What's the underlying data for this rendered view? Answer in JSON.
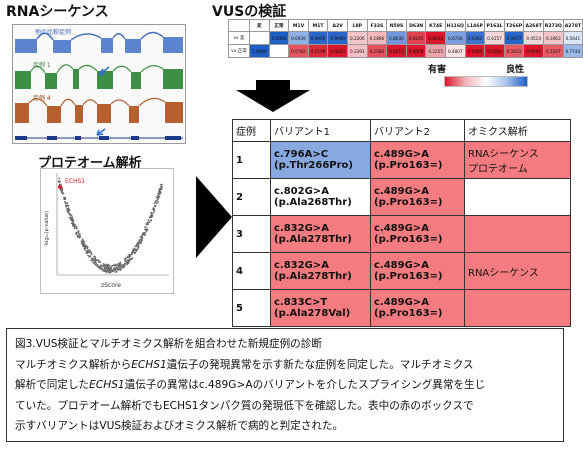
{
  "rna": {
    "title": "RNAシーケンス",
    "tracks": [
      "他の比較症例",
      "症例 1",
      "症例 4"
    ]
  },
  "proteome": {
    "title": "プロテオーム解析",
    "highlight_label": "ECHS1",
    "ylabel": "-log₁₀(p-value)",
    "xlabel": "zScore"
  },
  "vus": {
    "title": "VUSの検証",
    "columns": [
      "変",
      "正常",
      "M1V",
      "M1T",
      "A2V",
      "L8P",
      "F33S",
      "N59S",
      "D63N",
      "K74E",
      "H116Q",
      "L146P",
      "P163L",
      "T266P",
      "A268T",
      "R273Q",
      "A278T"
    ],
    "rows": [
      {
        "label": "vs 変",
        "values": [
          "",
          "1.0000",
          "0.6939",
          "0.9992",
          "0.9990",
          "0.2206",
          "0.1866",
          "0.8030",
          "0.0245",
          "0.0024",
          "0.6736",
          "0.9393",
          "0.4257",
          "0.9977",
          "0.4514",
          "0.3463",
          "0.5641"
        ]
      },
      {
        "label": "vs 正常",
        "values": [
          "1.0000",
          "",
          "0.0782",
          "0.0198",
          "0.0033",
          "0.3391",
          "0.1086",
          "0.0013",
          "0.0000",
          "0.2255",
          "0.4807",
          "0.0003",
          "0.0000",
          "0.1651",
          "0.0000",
          "0.1547",
          "0.7744"
        ]
      }
    ],
    "cell_colors": [
      [
        "#ffffff",
        "#1e5fc6",
        "#8fb1e6",
        "#2a66c9",
        "#2a66c9",
        "#f4c6c9",
        "#f3b8bc",
        "#6e97dc",
        "#e0424f",
        "#d9162a",
        "#7b9fe0",
        "#3a72cd",
        "#f7d7da",
        "#2a66c9",
        "#f7d7da",
        "#f3c4c8",
        "#dbe6f6"
      ],
      [
        "#1e5fc6",
        "#ffffff",
        "#e85560",
        "#dd2a38",
        "#d9162a",
        "#f3c0c4",
        "#e6505b",
        "#d9162a",
        "#d9162a",
        "#efa2a8",
        "#fbe4e6",
        "#d9162a",
        "#d9162a",
        "#e85a65",
        "#d9162a",
        "#e65a64",
        "#9ab8e8"
      ]
    ],
    "legend": {
      "harmful": "有害",
      "benign": "良性"
    }
  },
  "table": {
    "headers": [
      "症例",
      "バリアント1",
      "バリアント2",
      "オミクス解析"
    ],
    "rows": [
      {
        "case": "1",
        "v1": [
          "c.796A>C",
          "(p.Thr266Pro)"
        ],
        "v1_color": "blue",
        "v2": [
          "c.489G>A",
          "(p.Pro163=)"
        ],
        "v2_color": "red",
        "omics": [
          "RNAシーケンス",
          "プロテオーム"
        ],
        "omics_color": "red"
      },
      {
        "case": "2",
        "v1": [
          "c.802G>A",
          "(p.Ala268Thr)"
        ],
        "v1_color": "none",
        "v2": [
          "c.489G>A",
          "(p.Pro163=)"
        ],
        "v2_color": "red",
        "omics": [],
        "omics_color": "none"
      },
      {
        "case": "3",
        "v1": [
          "c.832G>A",
          "(p.Ala278Thr)"
        ],
        "v1_color": "red",
        "v2": [
          "c.489G>A",
          "(p.Pro163=)"
        ],
        "v2_color": "red",
        "omics": [],
        "omics_color": "red"
      },
      {
        "case": "4",
        "v1": [
          "c.832G>A",
          "(p.Ala278Thr)"
        ],
        "v1_color": "red",
        "v2": [
          "c.489G>A",
          "(p.Pro163=)"
        ],
        "v2_color": "red",
        "omics": [
          "RNAシーケンス"
        ],
        "omics_color": "red"
      },
      {
        "case": "5",
        "v1": [
          "c.833C>T",
          "(p.Ala278Val)"
        ],
        "v1_color": "red",
        "v2": [
          "c.489G>A",
          "(p.Pro163=)"
        ],
        "v2_color": "red",
        "omics": [],
        "omics_color": "red"
      }
    ]
  },
  "caption": {
    "title": "図3.VUS検証とマルチオミクス解析を組合わせた新規症例の診断",
    "l1a": "マルチオミクス解析から",
    "l1b": "ECHS1",
    "l1c": "遺伝子の発現異常を示す新たな症例を同定した。マルチオミクス",
    "l2a": "解析で同定した",
    "l2b": "ECHS1",
    "l2c": "遺伝子の異常はc.489G>Aのバリアントを介したスプライシング異常を生じ",
    "l3": "ていた。プロテオーム解析でもECHS1タンパク質の発現低下を確認した。表中の赤のボックスで",
    "l4": "示すバリアントはVUS検証およびオミクス解析で病的と判定された。"
  }
}
